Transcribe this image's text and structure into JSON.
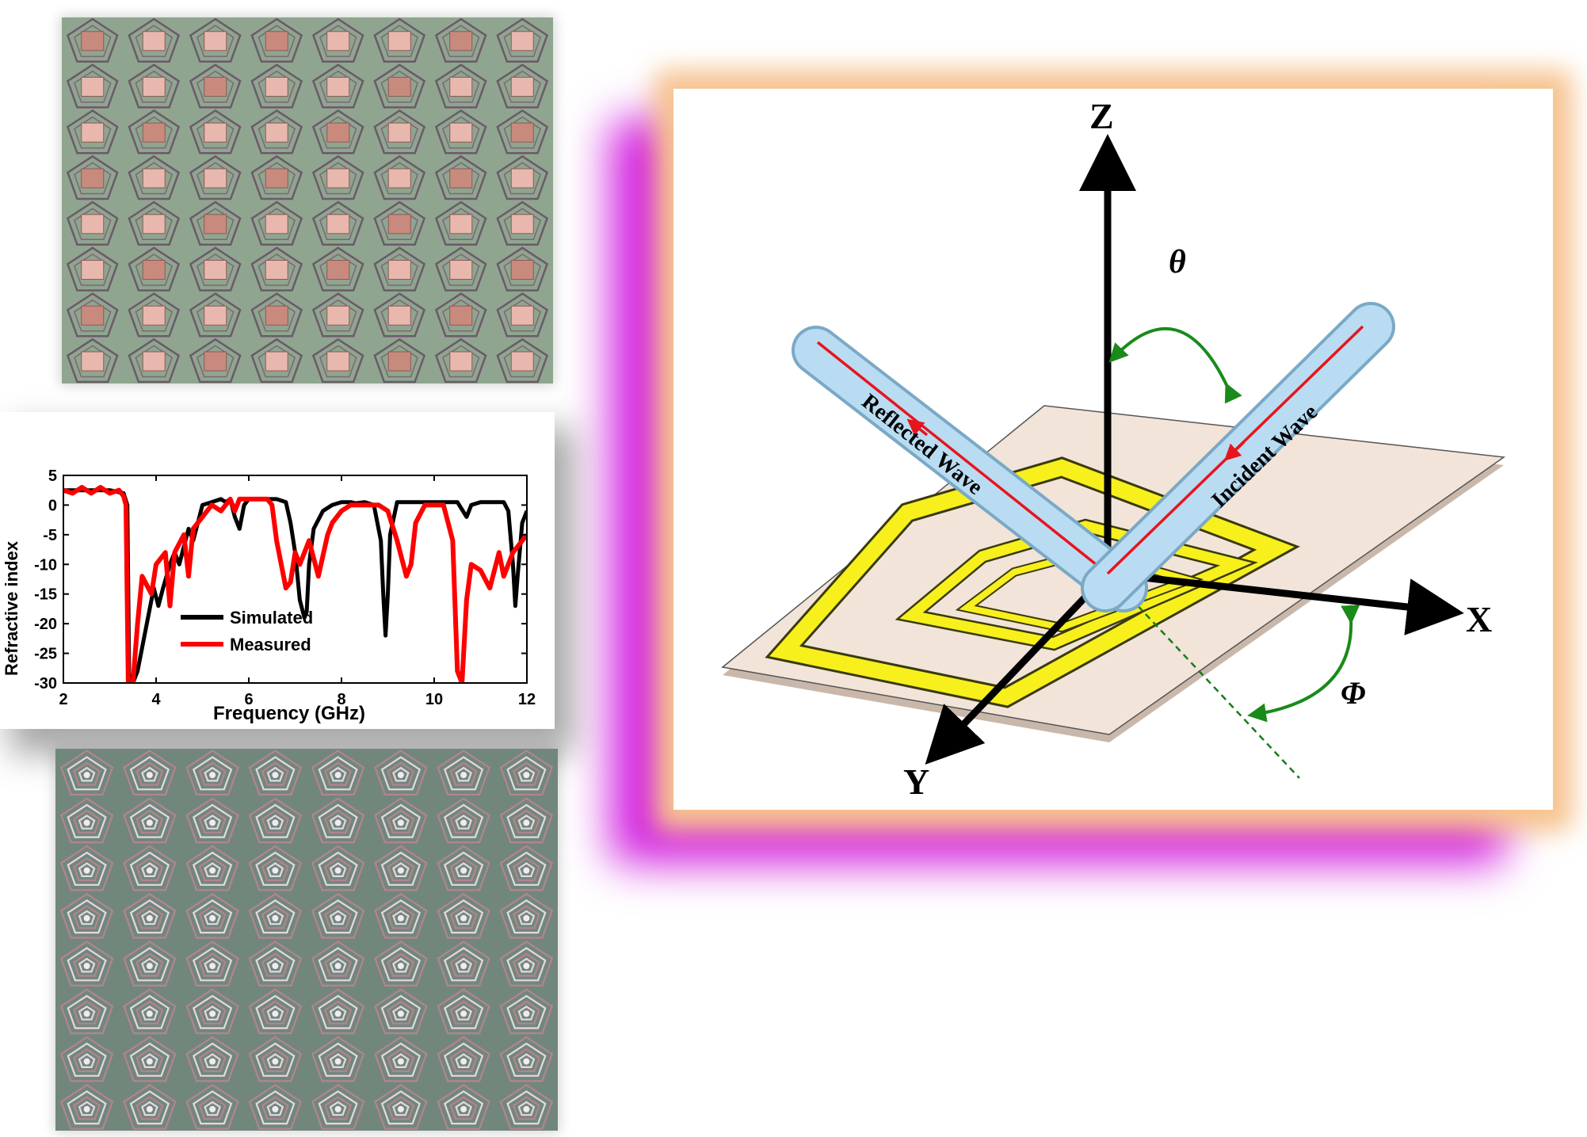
{
  "chart_data": {
    "type": "line",
    "xlabel": "Frequency (GHz)",
    "ylabel": "Refractive index",
    "xlim": [
      2,
      12
    ],
    "ylim": [
      -30,
      5
    ],
    "xticks": [
      2,
      4,
      6,
      8,
      10,
      12
    ],
    "yticks": [
      5,
      0,
      -5,
      -10,
      -15,
      -20,
      -25,
      -30
    ],
    "grid": false,
    "legend_position": "bottom-left",
    "series": [
      {
        "name": "Simulated",
        "color": "#000000",
        "x": [
          2.0,
          2.5,
          3.0,
          3.3,
          3.38,
          3.42,
          3.5,
          3.6,
          3.8,
          3.95,
          4.05,
          4.15,
          4.3,
          4.4,
          4.5,
          4.6,
          4.7,
          4.8,
          4.9,
          5.0,
          5.2,
          5.4,
          5.5,
          5.6,
          5.7,
          5.8,
          5.9,
          6.0,
          6.1,
          6.3,
          6.6,
          6.8,
          6.9,
          7.0,
          7.1,
          7.2,
          7.25,
          7.3,
          7.4,
          7.6,
          7.8,
          8.0,
          8.2,
          8.3,
          8.5,
          8.7,
          8.85,
          8.9,
          8.95,
          9.0,
          9.05,
          9.2,
          9.5,
          9.8,
          10.0,
          10.3,
          10.5,
          10.7,
          10.8,
          11.0,
          11.3,
          11.5,
          11.6,
          11.7,
          11.75,
          11.8,
          11.9,
          12.0
        ],
        "y": [
          2.5,
          2.5,
          2.5,
          2.0,
          0,
          -30,
          -30,
          -28,
          -20,
          -14,
          -17,
          -14,
          -10,
          -8,
          -10,
          -7,
          -4,
          -6,
          -3,
          0,
          0.5,
          1,
          0.5,
          1,
          -2,
          -4,
          0,
          1,
          1,
          1,
          1,
          0.5,
          -3,
          -8,
          -16,
          -19,
          -18,
          -10,
          -4,
          -1,
          0,
          0.5,
          0.5,
          0.3,
          0.5,
          0,
          -6,
          -15,
          -22,
          -15,
          -5,
          0.5,
          0.5,
          0.5,
          0.5,
          0.5,
          0.5,
          -2,
          0,
          0.5,
          0.5,
          0.5,
          -1,
          -10,
          -17,
          -12,
          -3,
          -1
        ]
      },
      {
        "name": "Measured",
        "color": "#ff0000",
        "x": [
          2.0,
          2.2,
          2.4,
          2.6,
          2.8,
          3.0,
          3.2,
          3.3,
          3.35,
          3.4,
          3.5,
          3.6,
          3.7,
          3.9,
          4.0,
          4.2,
          4.3,
          4.4,
          4.6,
          4.7,
          4.8,
          5.0,
          5.2,
          5.4,
          5.6,
          5.7,
          5.8,
          6.0,
          6.2,
          6.4,
          6.5,
          6.6,
          6.8,
          6.9,
          7.0,
          7.1,
          7.3,
          7.5,
          7.7,
          7.8,
          8.0,
          8.2,
          8.5,
          8.8,
          9.0,
          9.2,
          9.4,
          9.5,
          9.6,
          9.8,
          10.0,
          10.2,
          10.4,
          10.5,
          10.6,
          10.7,
          10.8,
          11.0,
          11.2,
          11.4,
          11.5,
          11.7,
          11.8,
          12.0
        ],
        "y": [
          2.5,
          2.0,
          3.0,
          2.0,
          3.0,
          2.0,
          2.5,
          1.5,
          0,
          -30,
          -30,
          -20,
          -12,
          -15,
          -10,
          -8,
          -17,
          -8,
          -5,
          -12,
          -4,
          -2,
          0,
          -1,
          1,
          -1,
          1,
          1,
          1,
          1,
          0,
          -6,
          -14,
          -13,
          -8,
          -10,
          -6,
          -12,
          -5,
          -3,
          -1,
          0,
          0,
          0,
          -1,
          -6,
          -12,
          -10,
          -3,
          0,
          0,
          0,
          -6,
          -28,
          -30,
          -16,
          -10,
          -11,
          -14,
          -8,
          -12,
          -8,
          -7,
          -5
        ]
      }
    ]
  },
  "diagram": {
    "axis_z": "Z",
    "axis_x": "X",
    "axis_y": "Y",
    "theta_label": "θ",
    "phi_label": "Φ",
    "reflected_label": "Reflected Wave",
    "incident_label": "Incident Wave",
    "colors": {
      "beam_fill": "#b9dcf2",
      "wave_line": "#e8141c",
      "angle_arrow": "#1a8a1a",
      "resonator": "#f7f01d",
      "substrate": "#f2e4d8"
    }
  },
  "photos": {
    "top_caption": "",
    "bottom_caption": ""
  }
}
